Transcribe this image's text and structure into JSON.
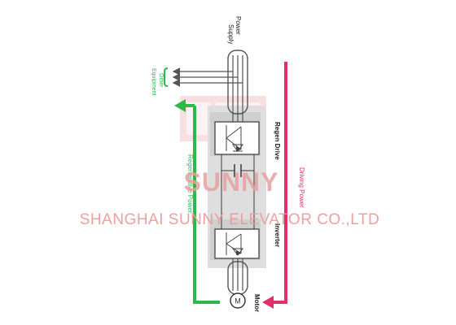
{
  "labels": {
    "power_supply": [
      "Power",
      "Supply"
    ],
    "other_equipment": [
      "Other",
      "Equipment"
    ],
    "regen_drive": "Regen Drive",
    "inverter": "Inverter",
    "motor": "Motor",
    "motor_symbol": "M",
    "driving_power": "Driving Power",
    "regenerative_power": "Regenerative Power"
  },
  "watermark": {
    "brand": "SUNNY",
    "company": "SHANGHAI SUNNY ELEVATOR CO.,LTD"
  },
  "colors": {
    "driving_arrow": "#e0306a",
    "regen_arrow": "#2db84a",
    "line": "#555555",
    "block_fill": "#dedede",
    "watermark": "#e8a0a0"
  }
}
